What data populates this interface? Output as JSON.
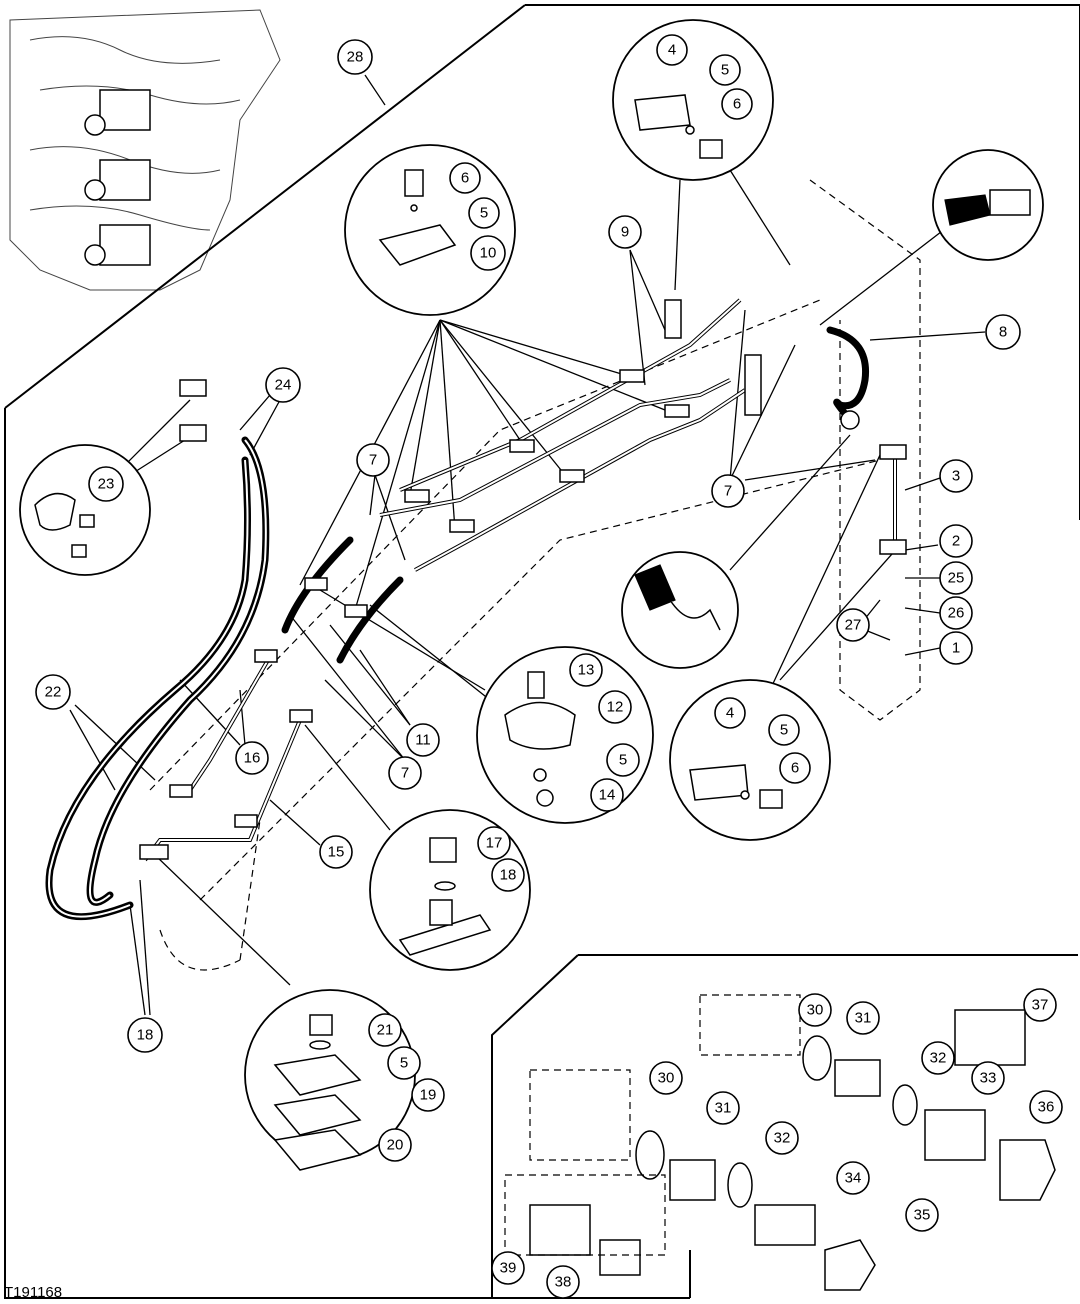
{
  "figure_id": "T191168",
  "callouts": [
    "1",
    "2",
    "3",
    "4",
    "5",
    "6",
    "7",
    "8",
    "9",
    "10",
    "11",
    "12",
    "13",
    "14",
    "15",
    "16",
    "17",
    "18",
    "19",
    "20",
    "21",
    "22",
    "23",
    "24",
    "25",
    "26",
    "27",
    "28",
    "30",
    "31",
    "32",
    "33",
    "34",
    "35",
    "36",
    "37",
    "38",
    "39"
  ]
}
